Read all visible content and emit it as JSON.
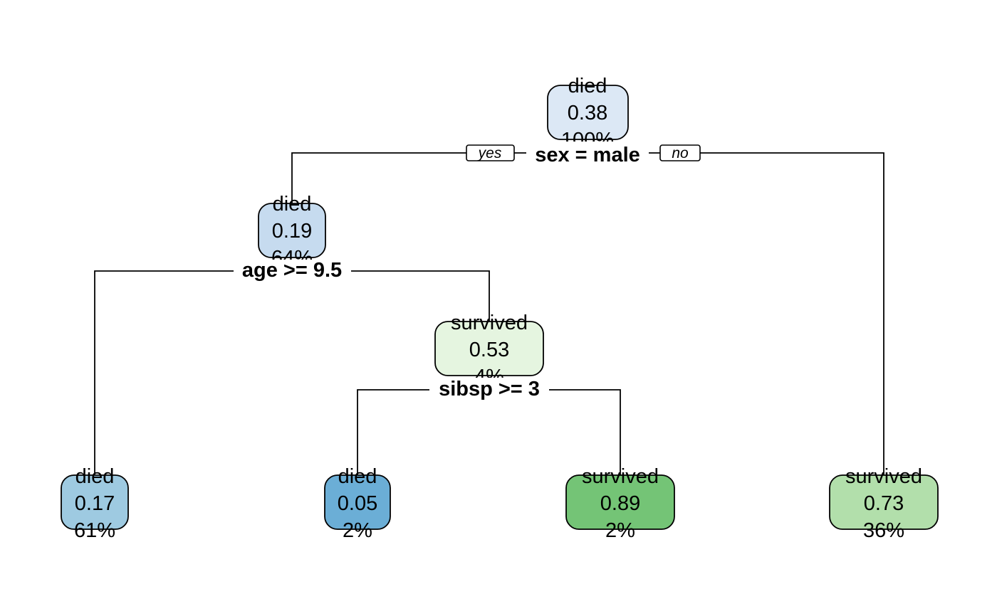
{
  "tree": {
    "branch_labels": {
      "yes": "yes",
      "no": "no"
    },
    "nodes": {
      "root": {
        "class": "died",
        "prob": "0.38",
        "pct": "100%",
        "color": "#dce8f5"
      },
      "n2": {
        "class": "died",
        "prob": "0.19",
        "pct": "64%",
        "color": "#c6dbef"
      },
      "n3": {
        "class": "survived",
        "prob": "0.53",
        "pct": "4%",
        "color": "#e5f5e0"
      },
      "leaf4": {
        "class": "died",
        "prob": "0.17",
        "pct": "61%",
        "color": "#9ecae1"
      },
      "leaf6": {
        "class": "died",
        "prob": "0.05",
        "pct": "2%",
        "color": "#6baed6"
      },
      "leaf7": {
        "class": "survived",
        "prob": "0.89",
        "pct": "2%",
        "color": "#74c476"
      },
      "leaf8": {
        "class": "survived",
        "prob": "0.73",
        "pct": "36%",
        "color": "#b2dfab"
      }
    },
    "splits": {
      "root": "sex = male",
      "n2": "age >= 9.5",
      "n3": "sibsp >= 3"
    }
  }
}
